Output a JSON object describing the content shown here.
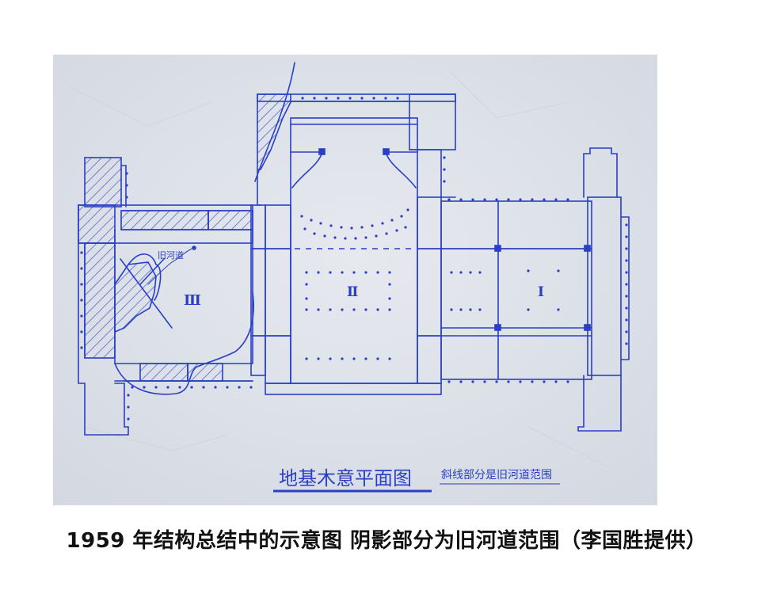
{
  "figure": {
    "type": "scanned blueprint / foundation plan sketch",
    "ink_color": "#2a3fc4",
    "paper_color": "#dfe3ea",
    "drawing_title": "地基木意平面图",
    "drawing_note": "斜线部分是旧河道范围",
    "annotation_old_river": "旧河道",
    "section_labels": {
      "left": "Ⅲ",
      "center": "Ⅱ",
      "right": "Ⅰ"
    }
  },
  "caption": {
    "text": "1959 年结构总结中的示意图 阴影部分为旧河道范围（李国胜提供）"
  }
}
